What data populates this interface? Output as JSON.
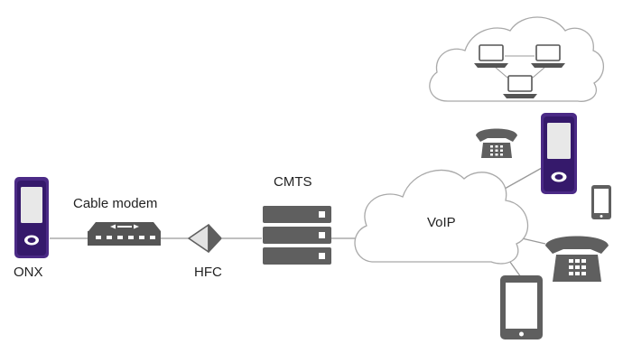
{
  "labels": {
    "onx": "ONX",
    "cable_modem": "Cable modem",
    "hfc": "HFC",
    "cmts": "CMTS",
    "voip": "VoIP"
  },
  "colors": {
    "device_purple": "#4b2a86",
    "device_purple_dark": "#35196b",
    "device_screen": "#e8e8e8",
    "gray_dark": "#555555",
    "gray_icon": "#5f5f5f",
    "gray_light": "#e3e3e3",
    "line": "#999999",
    "cloud_stroke": "#a9a9a9"
  },
  "icons": {
    "onx_device": "handheld-tester-icon",
    "modem": "cable-modem-icon",
    "amplifier": "hfc-amplifier-icon",
    "cmts": "server-rack-icon",
    "voip_cloud": "cloud-icon",
    "computer_cloud": "cloud-icon",
    "laptop": "laptop-icon",
    "desk_phone": "telephone-icon",
    "smartphone": "smartphone-icon"
  }
}
